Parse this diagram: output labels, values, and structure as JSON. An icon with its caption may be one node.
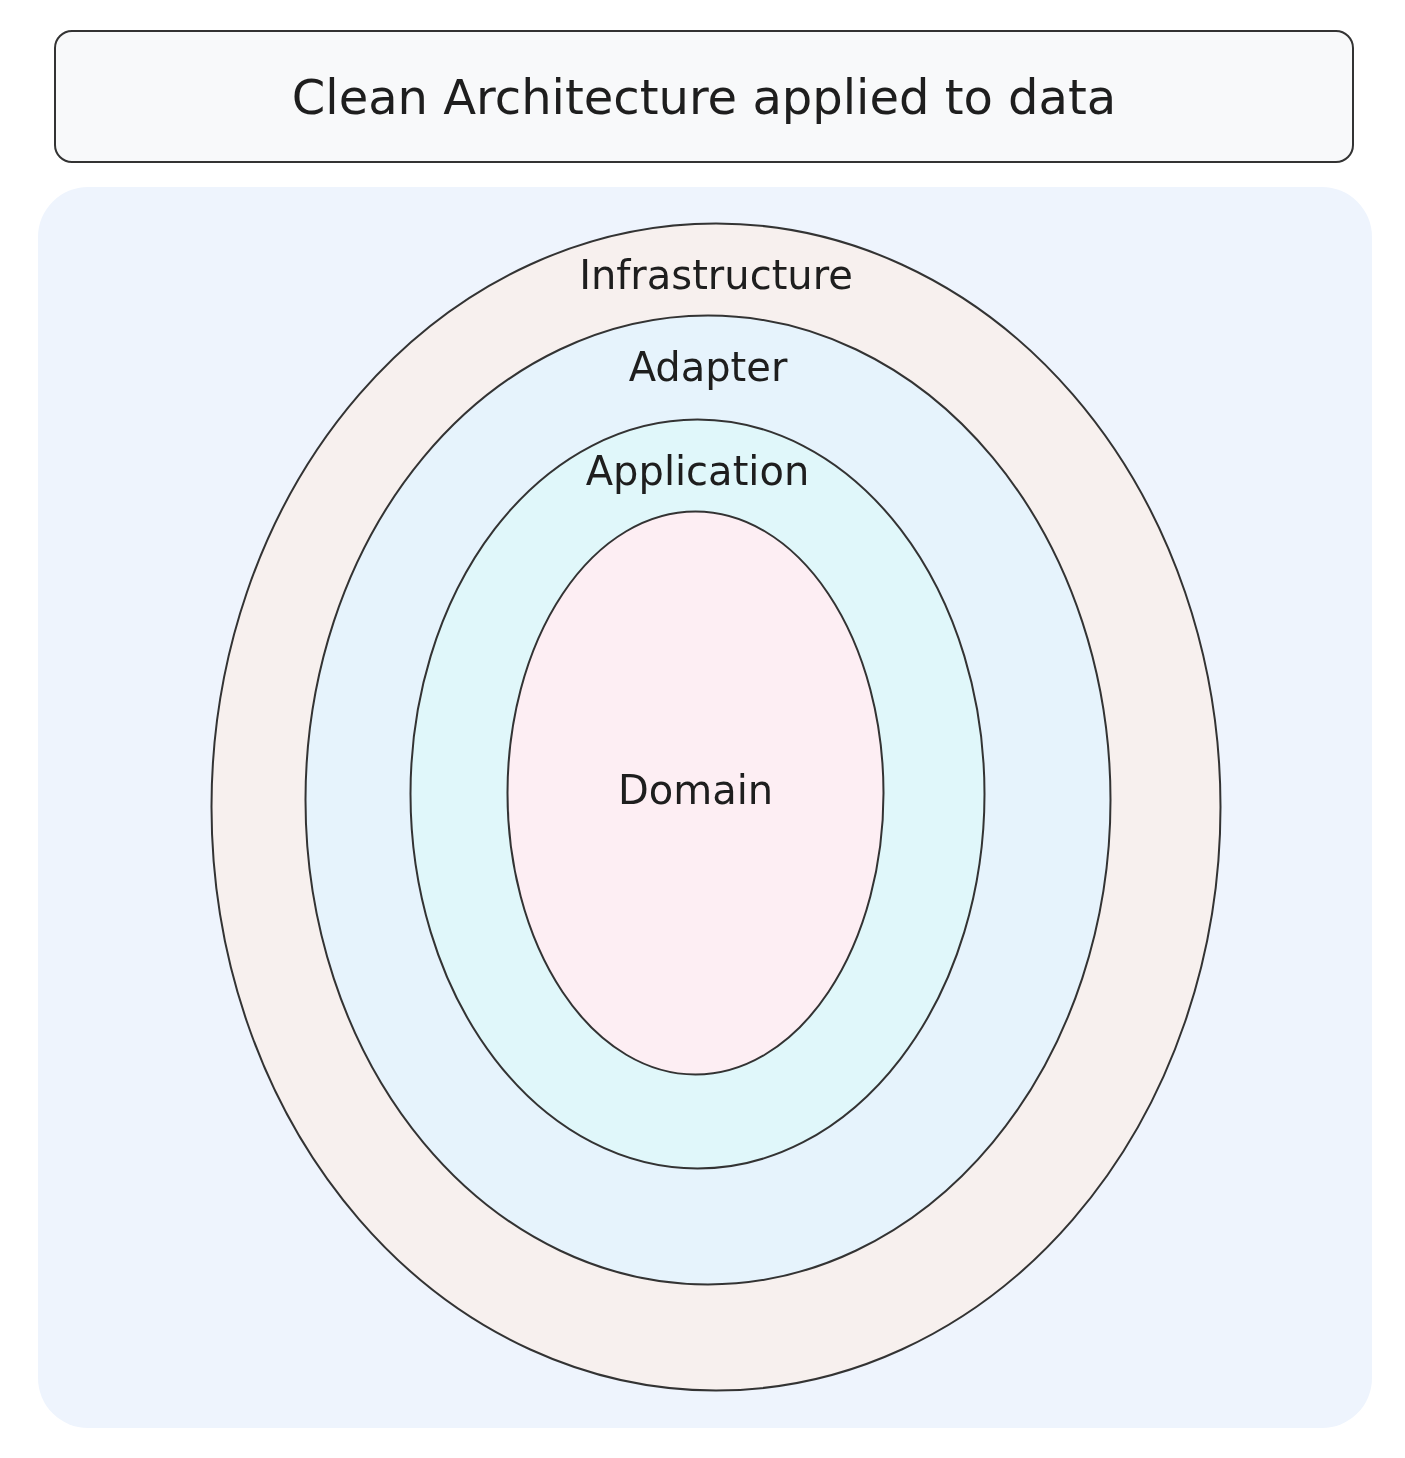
{
  "diagram": {
    "title": "Clean Architecture applied to data",
    "nodes": [
      {
        "text": [
          "Infrastructure"
        ]
      },
      {
        "text": [
          "Adapter"
        ],
        "in": 0
      },
      {
        "text": [
          "Application"
        ],
        "in": 1
      },
      {
        "text": [
          "Domain"
        ],
        "in": 2
      }
    ]
  }
}
